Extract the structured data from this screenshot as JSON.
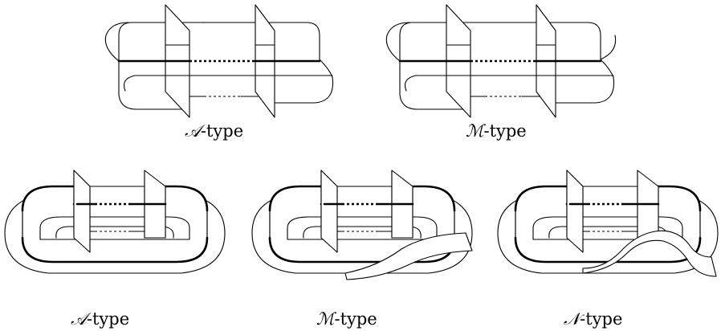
{
  "figures": {
    "top_left": {
      "letter": "𝒜",
      "suffix": "-type"
    },
    "top_right": {
      "letter": "ℳ",
      "suffix": "-type"
    },
    "bottom_left": {
      "letter": "𝒜",
      "suffix": "-type"
    },
    "bottom_mid": {
      "letter": "ℳ",
      "suffix": "-type"
    },
    "bottom_right": {
      "letter": "𝒩",
      "suffix": "-type"
    }
  }
}
